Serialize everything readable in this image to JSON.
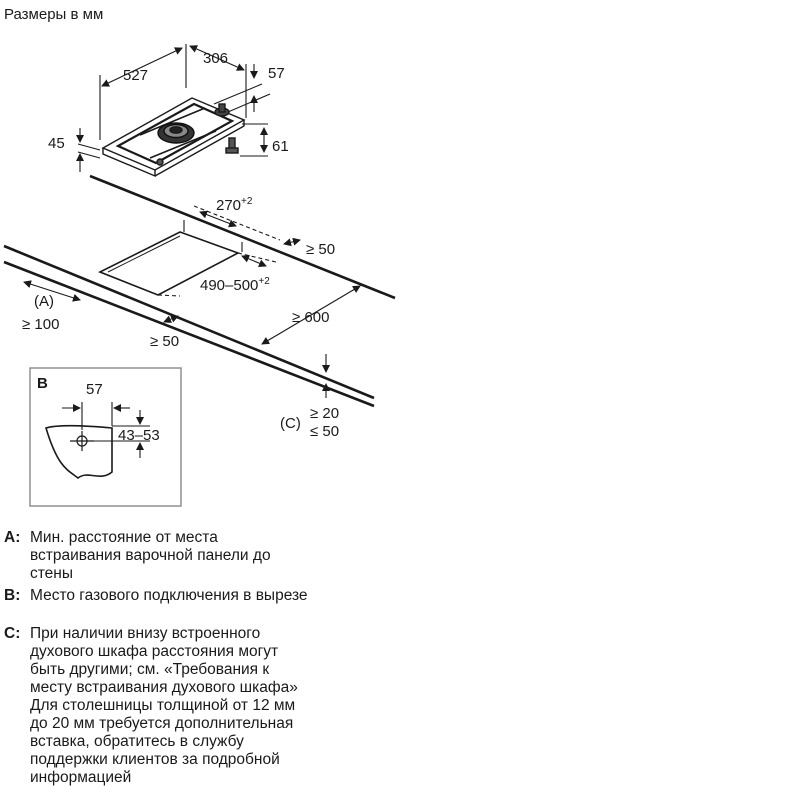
{
  "title": "Размеры в мм",
  "dimensions": {
    "depth": "527",
    "width": "306",
    "rear_offset": "57",
    "top_height": "45",
    "total_height": "61",
    "cutout_width": "270",
    "cutout_width_tol": "+2",
    "cutout_depth": "490–500",
    "cutout_depth_tol": "+2",
    "rear_gap": "≥ 50",
    "front_gap": "≥ 50",
    "side_gap": "≥ 600",
    "wall_gap": "≥ 100",
    "thickness_min": "≥ 20",
    "thickness_max": "≤ 50"
  },
  "detail_b": {
    "label": "B",
    "offset_x": "57",
    "offset_y": "43–53"
  },
  "markers": {
    "a": "(A)",
    "c": "(C)"
  },
  "legend": [
    {
      "key": "A:",
      "lines": [
        "Мин. расстояние от места",
        "встраивания варочной панели до",
        "стены"
      ]
    },
    {
      "key": "B:",
      "lines": [
        "Место газового подключения в вырезе"
      ]
    },
    {
      "key": "C:",
      "lines": [
        "При наличии внизу встроенного",
        "духового шкафа расстояния могут",
        "быть другими; см. «Требования к",
        "месту встраивания духового шкафа»",
        "Для столешницы толщиной от 12 мм",
        "до 20 мм требуется дополнительная",
        "вставка, обратитесь в службу",
        "поддержки клиентов за подробной",
        "информацией"
      ]
    }
  ]
}
